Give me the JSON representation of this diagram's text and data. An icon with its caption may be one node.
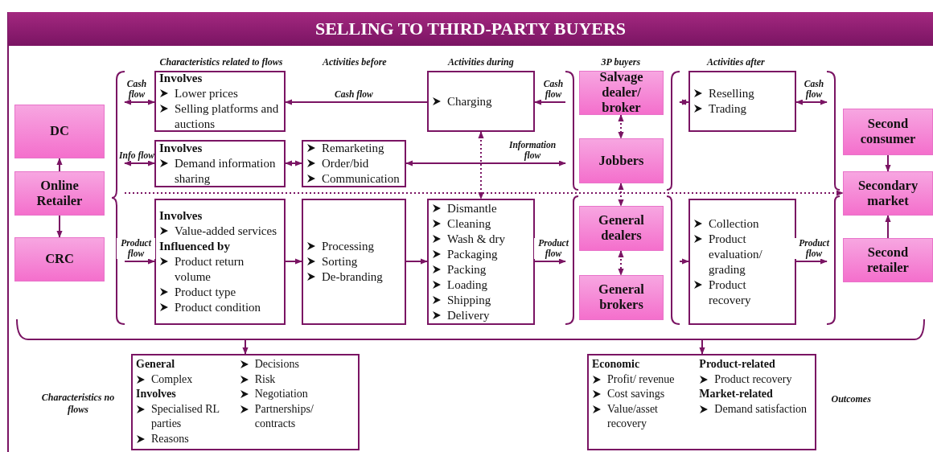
{
  "diagram": {
    "title": "SELLING TO THIRD-PARTY BUYERS",
    "nodes": [
      {
        "text": [
          "DC"
        ]
      },
      {
        "text": [
          "Online Retailer"
        ]
      },
      {
        "text": [
          "CRC"
        ]
      },
      {
        "text": [
          "Involves",
          "Lower prices",
          "Selling platforms and auctions"
        ]
      },
      {
        "text": [
          "Charging"
        ]
      },
      {
        "text": [
          "Salvage dealer/ broker"
        ]
      },
      {
        "text": [
          "Reselling",
          "Trading"
        ]
      },
      {
        "text": [
          "Involves",
          "Demand information sharing"
        ]
      },
      {
        "text": [
          "Remarketing",
          "Order/bid",
          "Communication"
        ]
      },
      {
        "text": [
          "Jobbers"
        ]
      },
      {
        "text": [
          "Second consumer"
        ]
      },
      {
        "text": [
          "Secondary market"
        ]
      },
      {
        "text": [
          "Involves",
          "Value-added services",
          "Influenced by",
          "Product return volume",
          "Product type",
          "Product condition"
        ]
      },
      {
        "text": [
          "Processing",
          "Sorting",
          "De-branding"
        ]
      },
      {
        "text": [
          "Dismantle",
          "Cleaning",
          "Wash & dry",
          "Packaging",
          "Packing",
          "Loading",
          "Shipping",
          "Delivery"
        ]
      },
      {
        "text": [
          "General dealers"
        ]
      },
      {
        "text": [
          "Collection",
          "Product evaluation/ grading",
          "Product recovery"
        ]
      },
      {
        "text": [
          "Second retailer"
        ]
      },
      {
        "text": [
          "General brokers"
        ]
      },
      {
        "text": [
          "General",
          "Complex",
          "Involves",
          "Specialised RL parties",
          "Reasons",
          "Decisions",
          "Risk",
          "Negotiation",
          "Partnerships/ contracts"
        ]
      },
      {
        "text": [
          "Economic",
          "Profit/ revenue",
          "Cost savings",
          "Value/asset recovery",
          "Product-related",
          "Product recovery",
          "Market-related",
          "Demand satisfaction"
        ]
      },
      {
        "text": [],
        "shape": "brace"
      },
      {
        "text": [],
        "shape": "brace"
      },
      {
        "text": [],
        "shape": "brace"
      },
      {
        "text": [],
        "shape": "brace"
      },
      {
        "text": [],
        "shape": "brace"
      },
      {
        "text": [],
        "shape": "brace"
      },
      {
        "text": [],
        "shape": "brace"
      },
      {
        "text": [],
        "shape": "bracket"
      }
    ],
    "edges": [
      {
        "from": 1,
        "to": 0,
        "arrow": "to"
      },
      {
        "from": 1,
        "to": 2,
        "arrow": "to"
      },
      {
        "from": 21,
        "to": 3,
        "arrow": "both",
        "label": "Cash flow"
      },
      {
        "from": 4,
        "to": 3,
        "arrow": "to",
        "label": "Cash flow"
      },
      {
        "from": 22,
        "to": 4,
        "arrow": "to",
        "label": "Cash flow"
      },
      {
        "from": 5,
        "to": 9,
        "arrow": "both",
        "style": "dashed"
      },
      {
        "from": 24,
        "to": 6,
        "arrow": "both"
      },
      {
        "from": 6,
        "to": 26,
        "arrow": "both",
        "label": "Cash flow"
      },
      {
        "from": 21,
        "to": 7,
        "arrow": "both",
        "label": "Info flow"
      },
      {
        "from": 7,
        "to": 8,
        "arrow": "both"
      },
      {
        "from": 8,
        "to": 22,
        "arrow": "both",
        "label": "Information flow"
      },
      {
        "from": 4,
        "to": 14,
        "arrow": "both",
        "style": "dashed"
      },
      {
        "from": 9,
        "to": 15,
        "arrow": "both",
        "style": "dashed"
      },
      {
        "from": 21,
        "to": 11,
        "arrow": "to",
        "style": "dashed"
      },
      {
        "from": 21,
        "to": 12,
        "arrow": "to",
        "label": "Product flow"
      },
      {
        "from": 12,
        "to": 13,
        "arrow": "to"
      },
      {
        "from": 13,
        "to": 14,
        "arrow": "to"
      },
      {
        "from": 14,
        "to": 23,
        "arrow": "to",
        "label": "Product flow"
      },
      {
        "from": 25,
        "to": 16,
        "arrow": "to"
      },
      {
        "from": 16,
        "to": 27,
        "arrow": "to",
        "label": "Product flow"
      },
      {
        "from": 15,
        "to": 18,
        "arrow": "both",
        "style": "dashed"
      },
      {
        "from": 10,
        "to": 11,
        "arrow": "to"
      },
      {
        "from": 17,
        "to": 11,
        "arrow": "to"
      },
      {
        "from": 28,
        "to": 19,
        "arrow": "to"
      },
      {
        "from": 28,
        "to": 20,
        "arrow": "to"
      }
    ],
    "labels": [
      "Characteristics related to flows",
      "Activities before",
      "Activities during",
      "3P buyers",
      "Activities after",
      "Characteristics no flows",
      "Outcomes"
    ]
  }
}
